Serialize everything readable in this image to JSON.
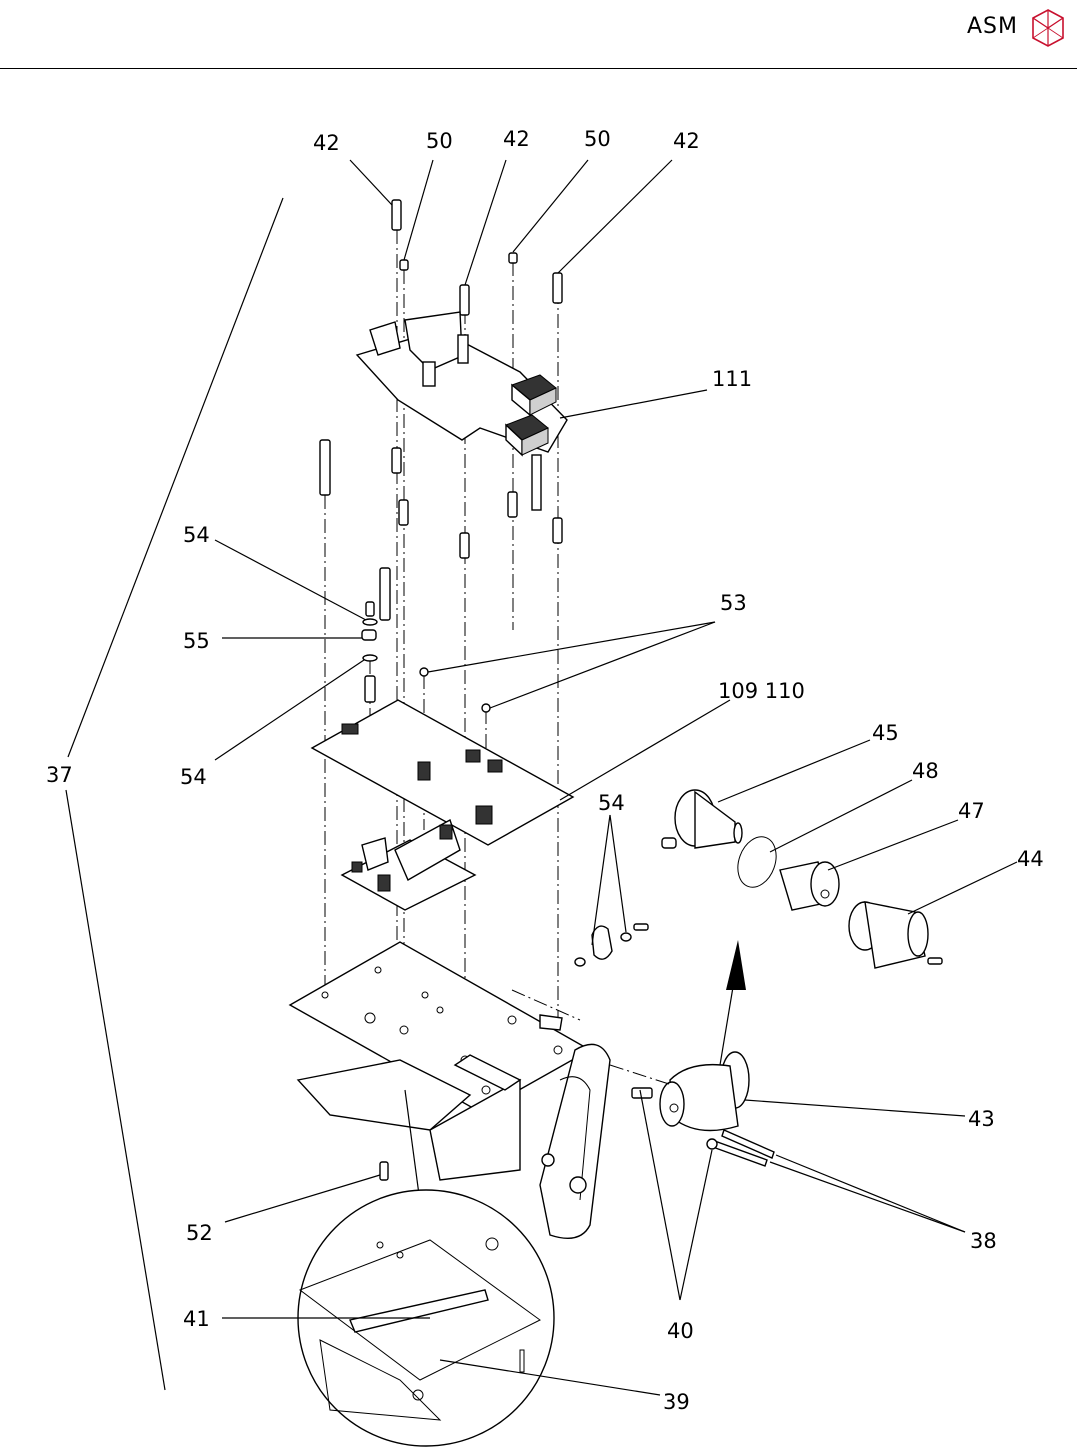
{
  "header": {
    "brand": "ASM",
    "logo_icon": "asm-cube-logo-icon",
    "brand_color": "#c8102e"
  },
  "callouts": {
    "c42a": "42",
    "c50a": "50",
    "c42b": "42",
    "c50b": "50",
    "c42c": "42",
    "c111": "111",
    "c54a": "54",
    "c55": "55",
    "c54b": "54",
    "c53": "53",
    "c109_110": "109 110",
    "c45": "45",
    "c48": "48",
    "c47": "47",
    "c44": "44",
    "c54c": "54",
    "c37": "37",
    "c43": "43",
    "c38": "38",
    "c52": "52",
    "c41": "41",
    "c40": "40",
    "c39": "39"
  }
}
